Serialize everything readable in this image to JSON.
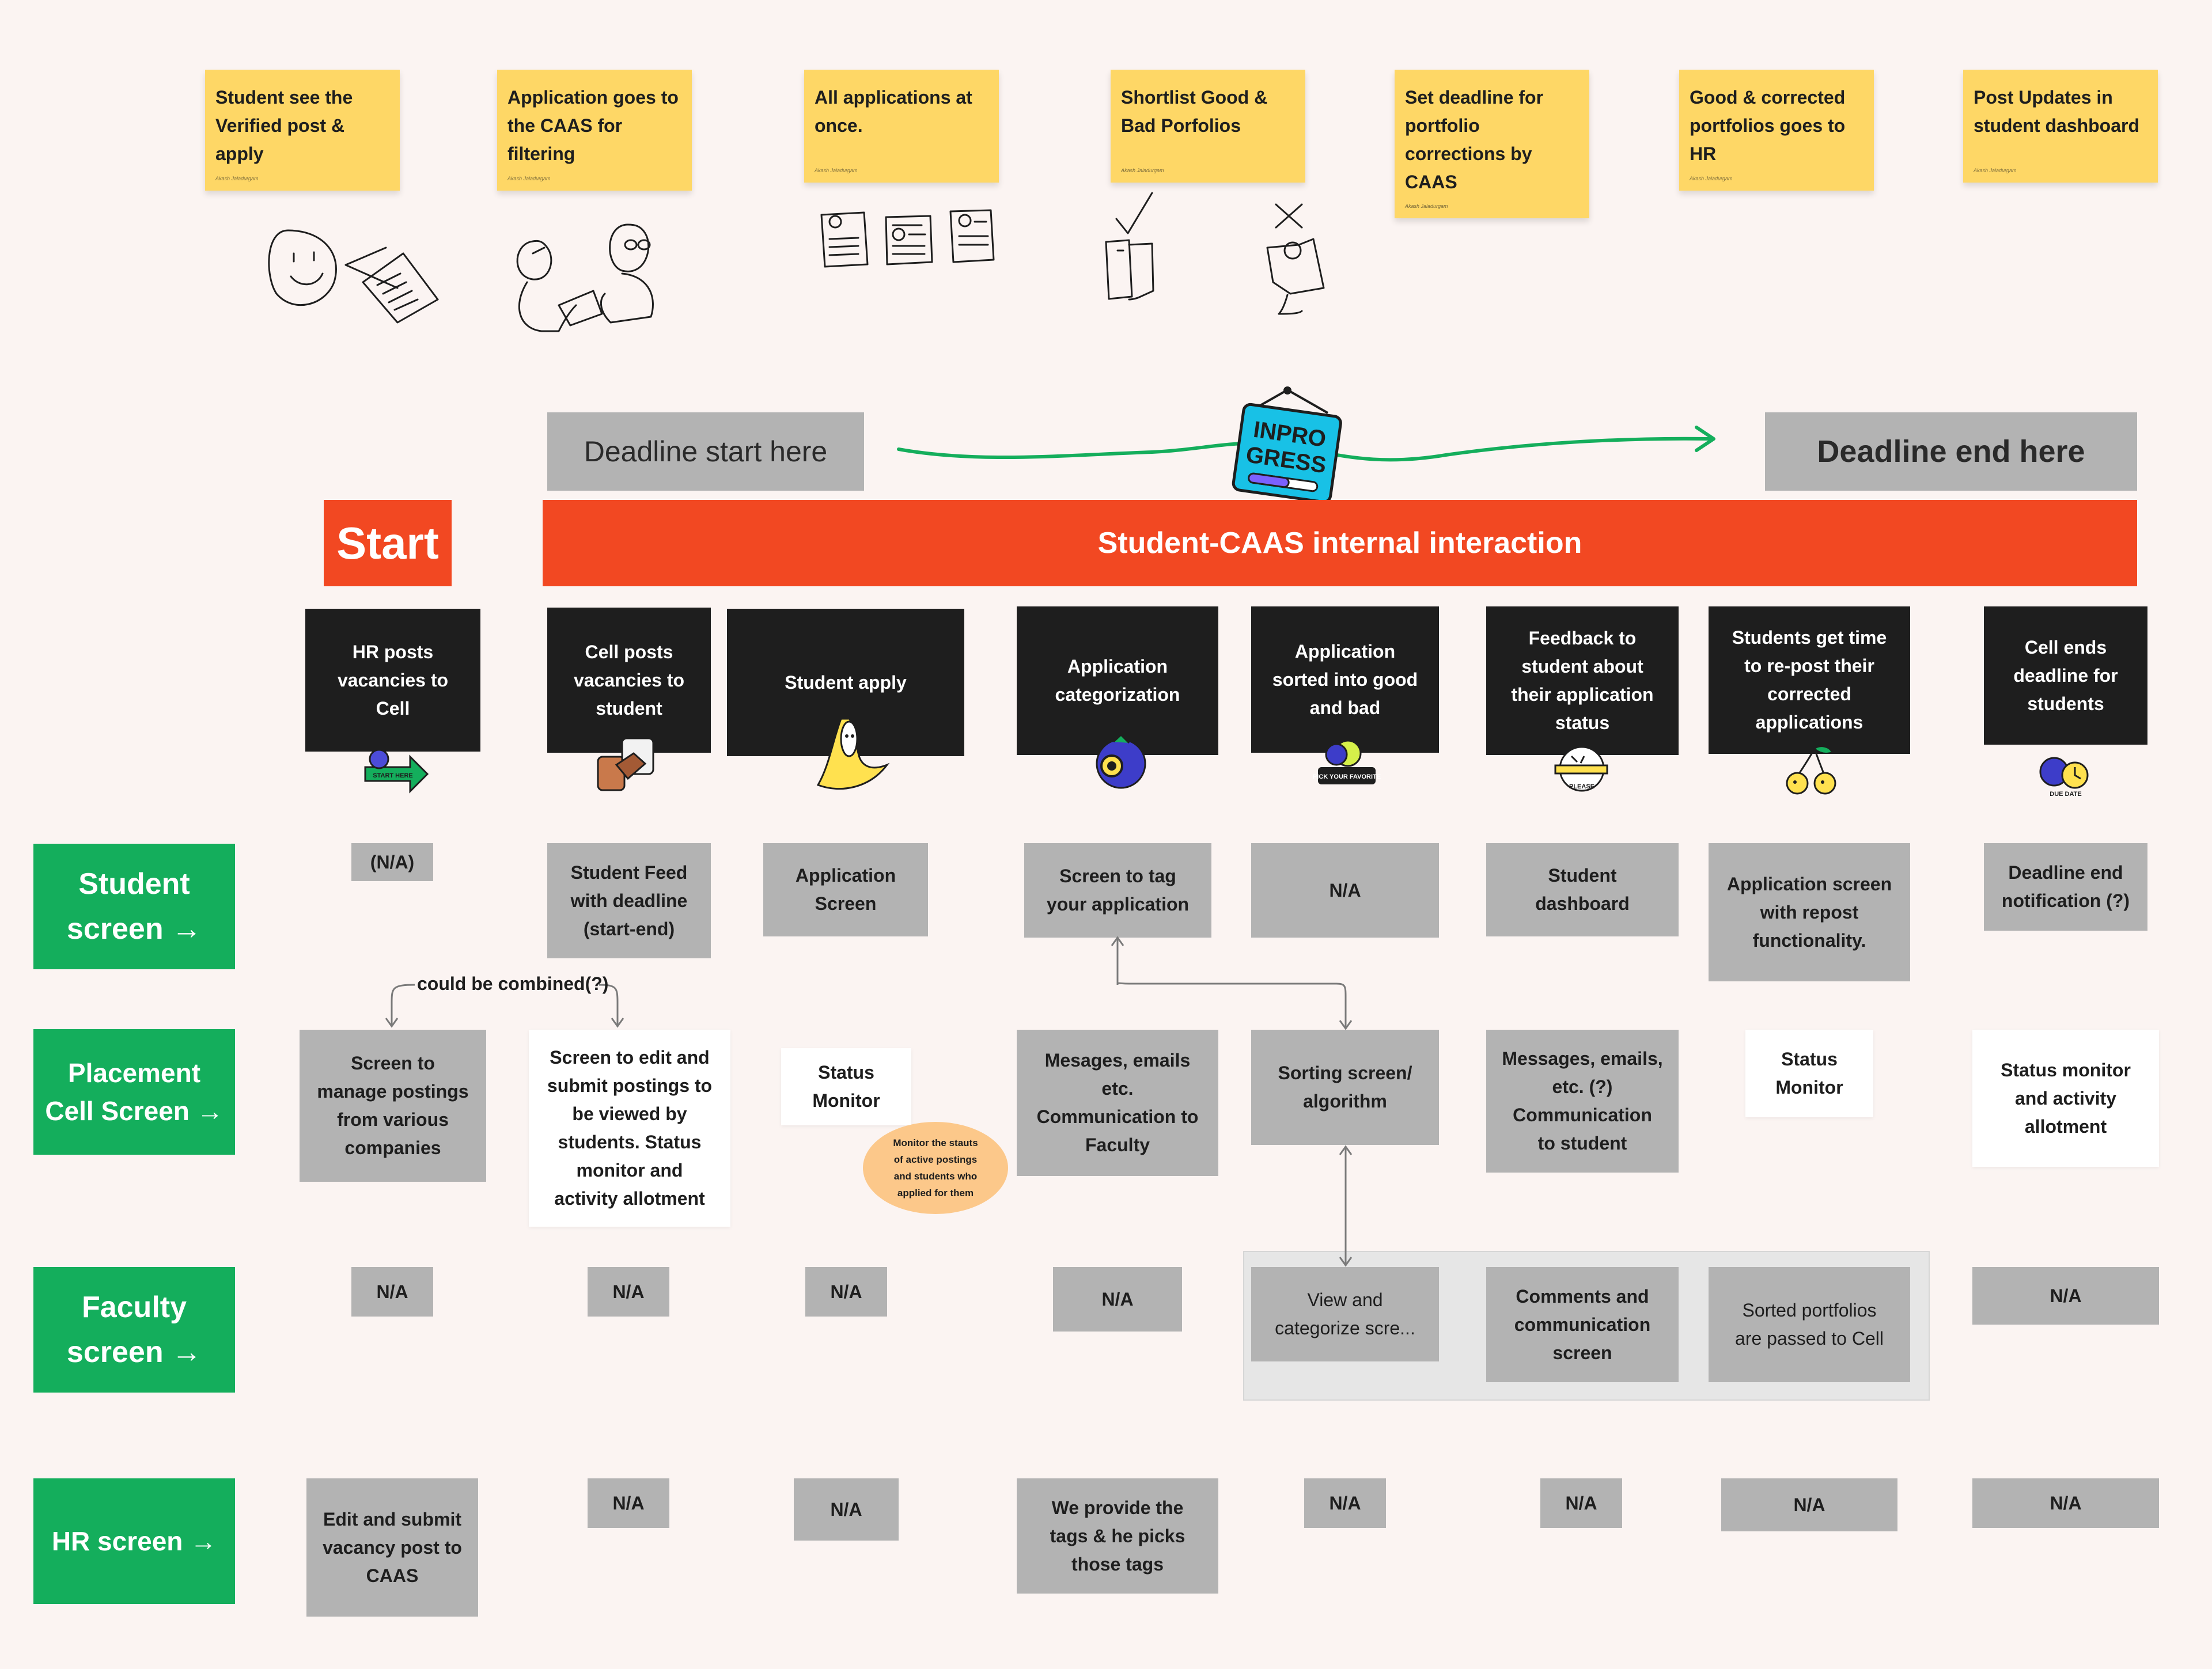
{
  "sticky_notes": [
    {
      "text": "Student see the\nVerified post &\napply",
      "author": "Akash Jaladurgam"
    },
    {
      "text": "Application goes to\nthe CAAS for\nfiltering",
      "author": "Akash Jaladurgam"
    },
    {
      "text": "All applications at\nonce.",
      "author": "Akash Jaladurgam"
    },
    {
      "text": "Shortlist Good &\nBad Porfolios",
      "author": "Akash Jaladurgam"
    },
    {
      "text": "Set deadline for\nportfolio\ncorrections by\nCAAS",
      "author": "Akash Jaladurgam"
    },
    {
      "text": "Good & corrected\nportfolios goes to\nHR",
      "author": "Akash Jaladurgam"
    },
    {
      "text": "Post Updates in\nstudent dashboard",
      "author": "Akash Jaladurgam"
    }
  ],
  "timeline": {
    "deadline_start": "Deadline start here",
    "deadline_end": "Deadline end here",
    "badge_text": "IN PROGRESS"
  },
  "start_label": "Start",
  "banner": "Student-CAAS internal interaction",
  "stages": [
    {
      "label": "HR posts\nvacancies to\nCell",
      "sticker": "START HERE"
    },
    {
      "label": "Cell posts\nvacancies to\nstudent",
      "sticker": ""
    },
    {
      "label": "Student apply",
      "sticker": ""
    },
    {
      "label": "Application\ncategorization",
      "sticker": ""
    },
    {
      "label": "Application\nsorted into good\nand bad",
      "sticker": "PICK YOUR FAVORITE"
    },
    {
      "label": "Feedback to\nstudent about\ntheir application\nstatus",
      "sticker": "PLEASE"
    },
    {
      "label": "Students get time\nto re-post their\ncorrected\napplications",
      "sticker": ""
    },
    {
      "label": "Cell ends\ndeadline for\nstudents",
      "sticker": "DUE DATE"
    }
  ],
  "rows": [
    {
      "label": "Student\nscreen →"
    },
    {
      "label": "Placement\nCell Screen →"
    },
    {
      "label": "Faculty\nscreen →"
    },
    {
      "label": "HR screen →"
    }
  ],
  "student_cells": [
    "(N/A)",
    "Student Feed\nwith deadline\n(start-end)",
    "Application\nScreen",
    "Screen to tag\nyour application",
    "N/A",
    "Student\ndashboard",
    "Application screen\nwith repost\nfunctionality.",
    "Deadline end\nnotification (?)"
  ],
  "combined_note": "could be combined(?)",
  "placement_cells": [
    "Screen to\nmanage postings\nfrom various\ncompanies",
    "Screen to edit and\nsubmit postings to\nbe viewed by\nstudents. Status\nmonitor and\nactivity allotment",
    "Status\nMonitor",
    "Mesages, emails\netc.\nCommunication to\nFaculty",
    "Sorting screen/\nalgorithm",
    "Messages, emails,\netc. (?)\nCommunication\nto student",
    "Status\nMonitor",
    "Status monitor\nand activity\nallotment"
  ],
  "monitor_note": "Monitor the stauts\nof active postings\nand students who\napplied for them",
  "faculty_cells": [
    "N/A",
    "N/A",
    "N/A",
    "N/A",
    "View and\ncategorize scre...",
    "Comments and\ncommunication\nscreen",
    "Sorted portfolios\nare passed to Cell",
    "N/A"
  ],
  "hr_cells": [
    "Edit and submit\nvacancy post to\nCAAS",
    "N/A",
    "N/A",
    "We provide the\ntags & he picks\nthose tags",
    "N/A",
    "N/A",
    "N/A",
    "N/A"
  ],
  "colors": {
    "background": "#fbf4f2",
    "sticky": "#fed766",
    "red": "#f24822",
    "green": "#14ae5c",
    "grey": "#b3b3b3",
    "black": "#1e1e1e",
    "timeline_line": "#14ae5c",
    "oval": "#fcc88a"
  },
  "icons": [
    "smiley-doodle-icon",
    "people-doodle-icon",
    "documents-doodle-icon",
    "check-portfolio-doodle-icon",
    "cross-portfolio-doodle-icon",
    "in-progress-badge-icon",
    "start-here-arrow-icon",
    "handshake-icon",
    "banana-icon",
    "blueberry-magnifier-icon",
    "pick-favorite-icon",
    "please-pencil-icon",
    "cherries-icon",
    "due-date-icon"
  ]
}
